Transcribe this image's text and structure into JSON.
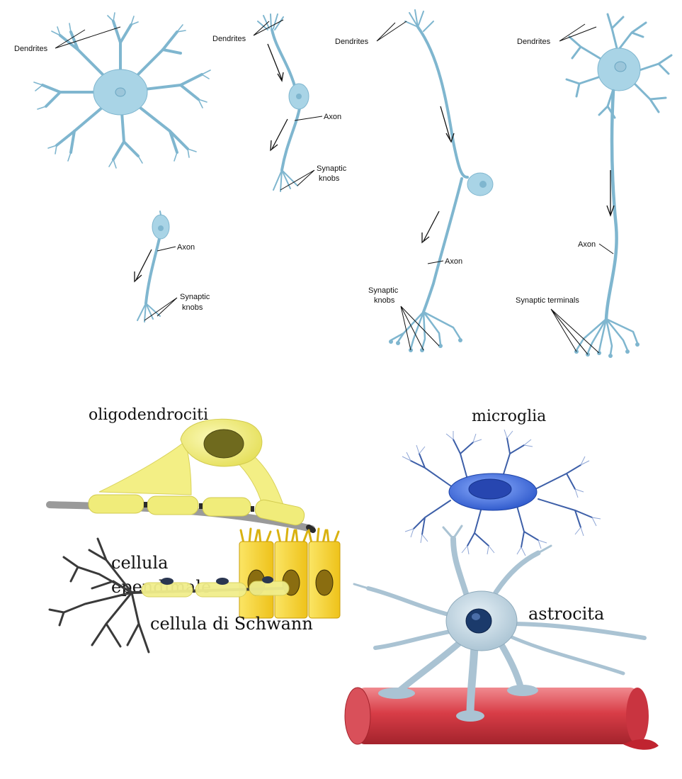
{
  "colors": {
    "neuron": "#a9d4e6",
    "oligodendrocyte": "#f2ee73",
    "ependymal": "#f4d52a",
    "microglia": "#2f5fd6",
    "astrocyte": "#c2d6e2",
    "blood_vessel": "#d9404a",
    "schwann_axon": "#3a3a3a"
  },
  "neurons": {
    "multipolar": {
      "dendrites_label": "Dendrites"
    },
    "bipolar": {
      "dendrites_label": "Dendrites",
      "axon_label": "Axon",
      "synaptic_label_1": "Synaptic",
      "synaptic_label_2": "knobs"
    },
    "unipolar_small": {
      "axon_label": "Axon",
      "synaptic_label_1": "Synaptic",
      "synaptic_label_2": "knobs"
    },
    "pseudounipolar": {
      "dendrites_label": "Dendrites",
      "axon_label": "Axon",
      "synaptic_label_1": "Synaptic",
      "synaptic_label_2": "knobs"
    },
    "pyramidal": {
      "dendrites_label": "Dendrites",
      "axon_label": "Axon",
      "synaptic_terminals_label": "Synaptic terminals"
    }
  },
  "glia": {
    "oligodendrocytes": "oligodendrociti",
    "microglia": "microglia",
    "ependymal_1": "cellula",
    "ependymal_2": "ependimale",
    "astrocyte": "astrocita",
    "schwann": "cellula di Schwann"
  }
}
